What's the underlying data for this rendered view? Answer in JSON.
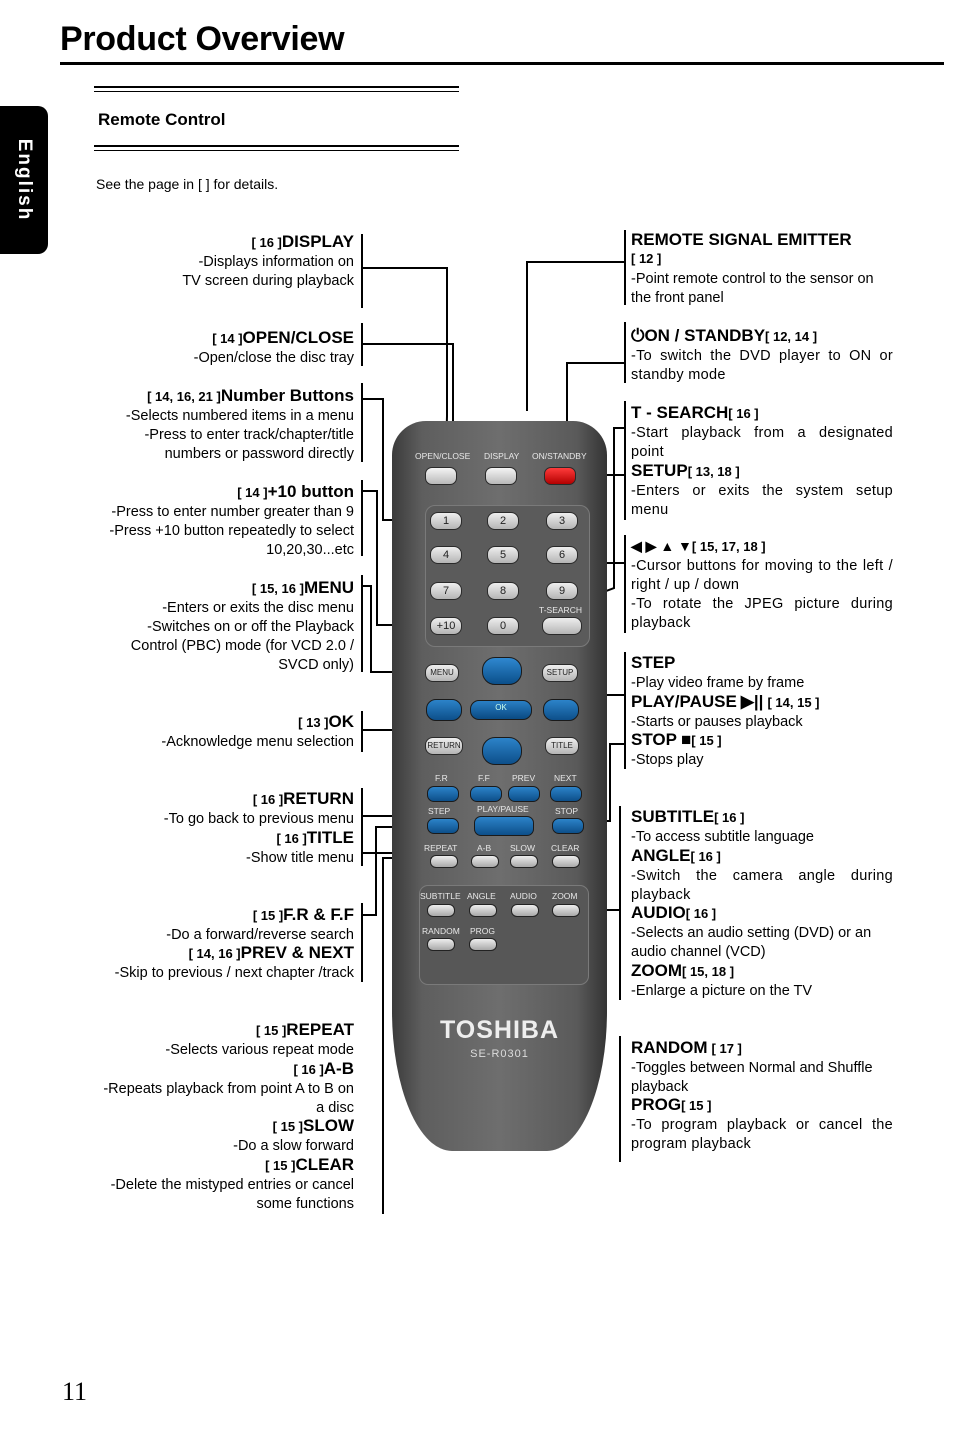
{
  "page_title": "Product Overview",
  "language_tab": "English",
  "section_title": "Remote Control",
  "note": "See the page in [   ] for details.",
  "page_number": "11",
  "left": {
    "display": {
      "pages": "[ 16 ]",
      "name": "DISPLAY",
      "desc": [
        "-Displays information on",
        "TV screen during playback"
      ]
    },
    "open_close": {
      "pages": "[ 14 ]",
      "name": "OPEN/CLOSE",
      "desc": [
        "-Open/close the disc tray"
      ]
    },
    "number": {
      "pages": "[ 14, 16, 21 ]",
      "name": "Number Buttons",
      "desc": [
        "-Selects numbered items in a menu",
        "-Press to enter track/chapter/title",
        "numbers or password directly"
      ]
    },
    "plus10": {
      "pages": "[ 14 ]",
      "name": "+10 button",
      "desc": [
        "-Press to enter number greater than 9",
        "-Press +10 button repeatedly to select",
        "10,20,30...etc"
      ]
    },
    "menu": {
      "pages": "[ 15, 16 ]",
      "name": "MENU",
      "desc": [
        "-Enters or exits the disc menu",
        "-Switches on or off the Playback",
        "Control (PBC) mode (for VCD 2.0 /",
        "SVCD only)"
      ]
    },
    "ok": {
      "pages": "[ 13 ]",
      "name": "OK",
      "desc": [
        "-Acknowledge menu selection"
      ]
    },
    "return": {
      "pages": "[ 16 ]",
      "name": "RETURN",
      "desc": [
        "-To go back to previous menu"
      ]
    },
    "title": {
      "pages": "[ 16 ]",
      "name": "TITLE",
      "desc": [
        "-Show title menu"
      ]
    },
    "fr_ff": {
      "pages": "[ 15 ]",
      "name": "F.R & F.F",
      "desc": [
        "-Do a forward/reverse search"
      ]
    },
    "prev_next": {
      "pages": "[ 14, 16 ]",
      "name": "PREV & NEXT",
      "desc": [
        "-Skip to previous / next chapter /track"
      ]
    },
    "repeat": {
      "pages": "[ 15 ]",
      "name": "REPEAT",
      "desc": [
        "-Selects various repeat mode"
      ]
    },
    "ab": {
      "pages": "[ 16 ]",
      "name": "A-B",
      "desc": [
        "-Repeats playback from point A to B on",
        "a disc"
      ]
    },
    "slow": {
      "pages": "[ 15 ]",
      "name": "SLOW",
      "desc": [
        "-Do a slow forward"
      ]
    },
    "clear": {
      "pages": "[ 15 ]",
      "name": "CLEAR",
      "desc": [
        "-Delete  the mistyped entries or cancel",
        "some functions"
      ]
    }
  },
  "right": {
    "emitter": {
      "name": "REMOTE SIGNAL EMITTER",
      "pages": "[ 12 ]",
      "desc": "-Point remote control to the sensor on the front panel"
    },
    "standby": {
      "name": "ON / STANDBY",
      "pages": "[ 12, 14 ]",
      "desc": "-To switch the DVD player to ON or standby mode"
    },
    "tsearch": {
      "name": "T - SEARCH",
      "pages": "[ 16 ]",
      "desc": "-Start playback from a designated point"
    },
    "setup": {
      "name": "SETUP",
      "pages": "[ 13, 18 ]",
      "desc": "-Enters or exits the system setup menu"
    },
    "cursor": {
      "name": "◀ ▶ ▲ ▼",
      "pages": "[ 15, 17, 18 ]",
      "desc1": "-Cursor buttons for moving to the left / right / up / down",
      "desc2": "-To rotate the JPEG picture during playback"
    },
    "step": {
      "name": "STEP",
      "desc": "-Play video frame by frame"
    },
    "playpause": {
      "name": "PLAY/PAUSE",
      "pages": "[ 14, 15 ]",
      "desc": "-Starts or pauses playback"
    },
    "stop": {
      "name": "STOP",
      "pages": "[ 15 ]",
      "desc": "-Stops play"
    },
    "subtitle": {
      "name": "SUBTITLE",
      "pages": "[ 16 ]",
      "desc": "-To access subtitle language"
    },
    "angle": {
      "name": "ANGLE",
      "pages": "[ 16 ]",
      "desc": "-Switch the camera angle during playback"
    },
    "audio": {
      "name": "AUDIO",
      "pages": "[ 16 ]",
      "desc": "-Selects an audio setting (DVD) or an audio channel (VCD)"
    },
    "zoom": {
      "name": "ZOOM",
      "pages": "[ 15, 18 ]",
      "desc": "-Enlarge a picture on the TV"
    },
    "random": {
      "name": "RANDOM",
      "pages": "[ 17 ]",
      "desc": "-Toggles between Normal and Shuffle playback"
    },
    "prog": {
      "name": "PROG",
      "pages": "[ 15 ]",
      "desc": "-To program playback or cancel the program playback"
    }
  },
  "remote": {
    "brand": "TOSHIBA",
    "model": "SE-R0301",
    "top_labels": [
      "OPEN/CLOSE",
      "DISPLAY",
      "ON/STANDBY"
    ],
    "digits": [
      "1",
      "2",
      "3",
      "4",
      "5",
      "6",
      "7",
      "8",
      "9",
      "+10",
      "0"
    ],
    "tsearch": "T-SEARCH",
    "menu": "MENU",
    "setup": "SETUP",
    "ok": "OK",
    "return": "RETURN",
    "title": "TITLE",
    "row_fr": [
      "F.R",
      "F.F",
      "PREV",
      "NEXT"
    ],
    "row_step": [
      "STEP",
      "PLAY/PAUSE",
      "STOP"
    ],
    "row_repeat": [
      "REPEAT",
      "A-B",
      "SLOW",
      "CLEAR"
    ],
    "row_sub": [
      "SUBTITLE",
      "ANGLE",
      "AUDIO",
      "ZOOM"
    ],
    "row_rand": [
      "RANDOM",
      "PROG"
    ]
  }
}
